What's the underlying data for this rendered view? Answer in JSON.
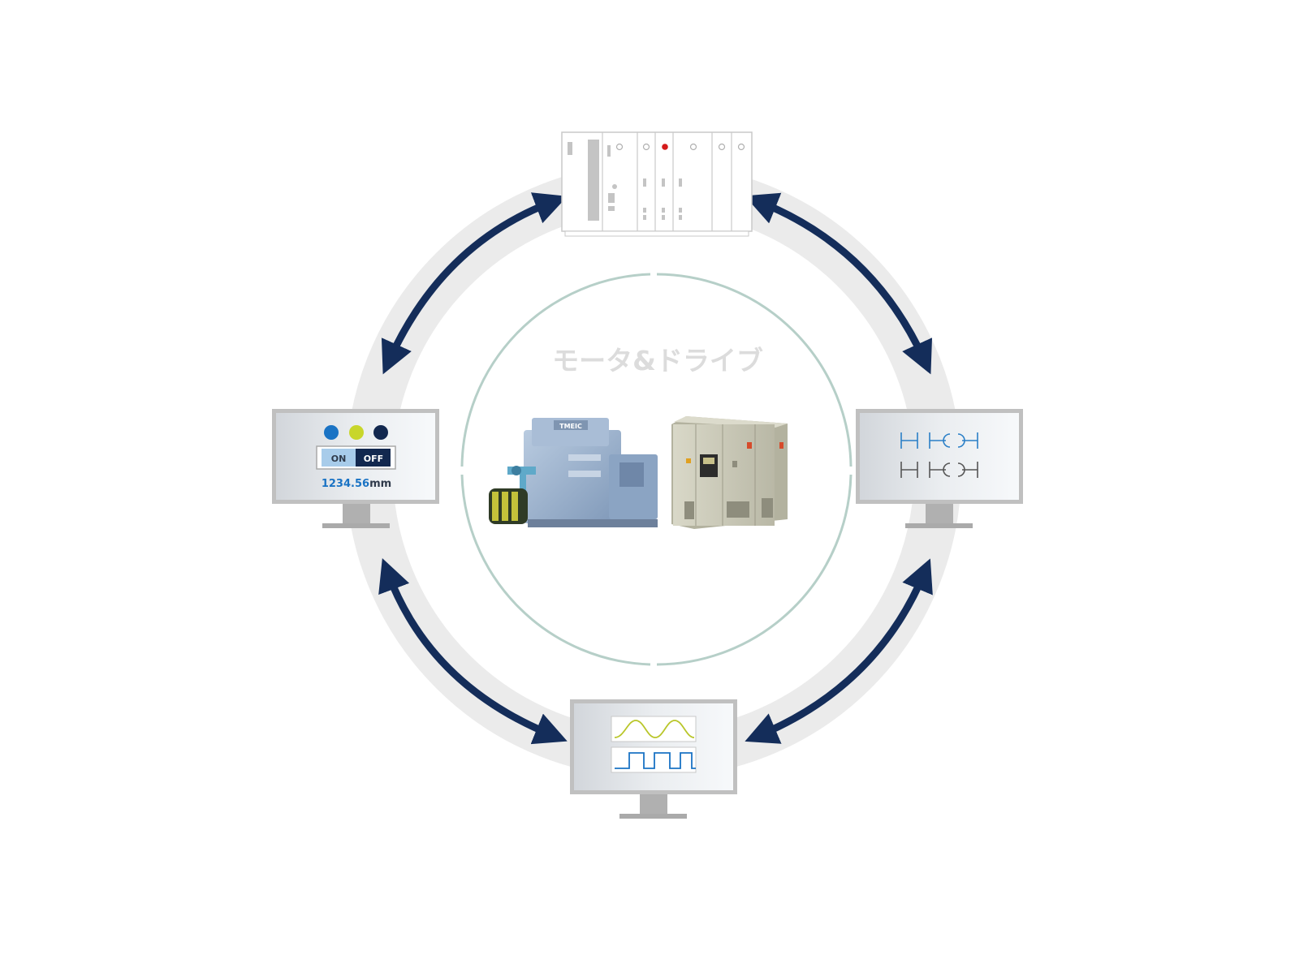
{
  "center": {
    "title": "モータ&ドライブ"
  },
  "hmi": {
    "on_label": "ON",
    "off_label": "OFF",
    "value_number": "1234.56",
    "value_unit": "mm",
    "indicator_colors": [
      "#1a73c4",
      "#c8d62b",
      "#12284f"
    ]
  },
  "motor_badge": "TMEIC",
  "colors": {
    "arrow": "#142d5a",
    "ring": "#ebebeb",
    "inner_circle": "#b6cfc8",
    "title_gray": "#dcdcdc",
    "ladder_blue": "#2a7fc7",
    "ladder_gray": "#555555",
    "sine_green": "#b9c62a",
    "square_blue": "#1a73c4"
  }
}
